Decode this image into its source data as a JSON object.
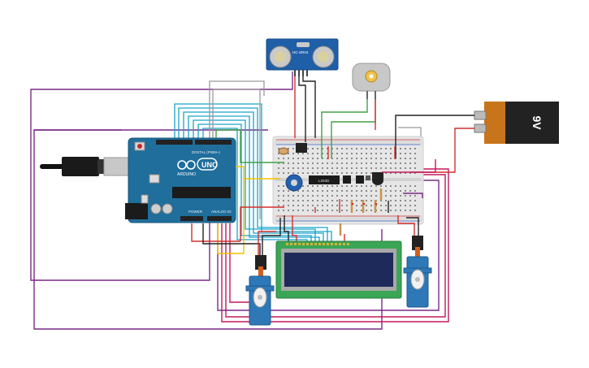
{
  "arduino": {
    "logo_text": "UNO",
    "brand_text": "ARDUINO",
    "digital_label": "DIGITAL (PWM~)",
    "power_label": "POWER",
    "analog_label": "ANALOG IN"
  },
  "ultrasonic": {
    "label": "HC-SR04"
  },
  "battery": {
    "label": "9V"
  },
  "motor_driver": {
    "label": "L293D"
  },
  "colors": {
    "board_blue": "#1f6e9c",
    "breadboard": "#e6e6e6",
    "lcd_green": "#3aa655",
    "lcd_screen": "#1e2a5a",
    "servo_blue": "#2e78b7",
    "wire_purple": "#7a2a86",
    "wire_magenta": "#c2185b",
    "wire_cyan": "#1aa3c9",
    "wire_red": "#d32f2f",
    "wire_black": "#222222",
    "wire_green": "#43a047",
    "wire_yellow": "#f2c200",
    "wire_gray": "#9a9a9a"
  }
}
